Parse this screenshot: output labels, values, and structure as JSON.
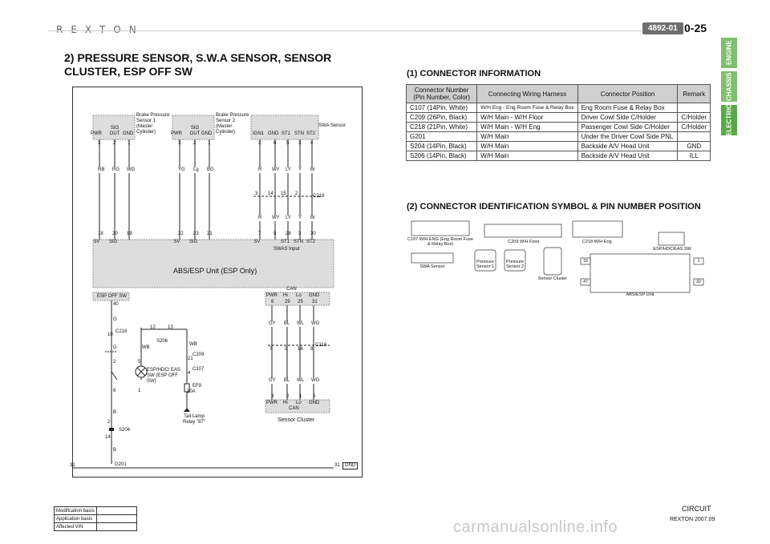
{
  "header": {
    "logo": "REXTON",
    "code": "4892-01",
    "page": "0-25",
    "tabs": [
      "ENGINE",
      "CHASSIS",
      "ELECTRIC"
    ]
  },
  "section": {
    "number": "2)",
    "title": "PRESSURE SENSOR, S.W.A SENSOR, SENSOR CLUSTER, ESP OFF SW"
  },
  "diagram": {
    "sensor1": {
      "label": "Brake Pressure Sensor 1 (Master Cylinder)",
      "pins": [
        "PWR",
        "SIG OUT",
        "GND"
      ],
      "nums": [
        "3",
        "2",
        "1"
      ],
      "wires": [
        "RB",
        "RG",
        "WG"
      ],
      "unit_pins": [
        "18",
        "20",
        "19"
      ],
      "unit_labels": [
        "5V",
        "SIG"
      ]
    },
    "sensor2": {
      "label": "Brake Pressure Sensor 2 (Master Cylinder)",
      "pins": [
        "PWR",
        "SIG OUT",
        "GND"
      ],
      "nums": [
        "3",
        "2",
        "1"
      ],
      "wires": [
        "YG",
        "Lg",
        "BG"
      ],
      "unit_pins": [
        "22",
        "23",
        "21"
      ],
      "unit_labels": [
        "5V",
        "SIG"
      ]
    },
    "swa": {
      "label": "SWA Sensor",
      "pins": [
        "IGN1",
        "GND",
        "ST1",
        "STN",
        "ST2"
      ],
      "nums": [
        "2",
        "6",
        "5",
        "3",
        "4"
      ],
      "wires": [
        "R",
        "WY",
        "LY",
        "Y",
        "Br"
      ],
      "c218_pins": [
        "3",
        "14",
        "15",
        "2"
      ],
      "connector": "C218",
      "unit_pins": [
        "7",
        "5",
        "28",
        "3",
        "30"
      ],
      "unit_labels": [
        "5V",
        "ST1",
        "STN",
        "ST2"
      ],
      "input": "SWAS Input"
    },
    "unit": "ABS/ESP Unit (ESP Only)",
    "esp_off": {
      "label": "ESP OFF SW",
      "pin": "40",
      "wire_g": "G",
      "c218": "C218",
      "c218_pin": "10",
      "wb": "WB",
      "s206": "S206",
      "s206_pins": [
        "12",
        "13"
      ],
      "c209": "C209",
      "c209_pin": "21",
      "c107": "C107",
      "c107_pin": "4",
      "fuse": "EF9",
      "fuse_amp": "10A",
      "relay": "Tail Lamp Relay \"87\"",
      "switch_label": "ESP/HDC/ EAS SW (ESP OFF SW)",
      "sw_pins": [
        "2",
        "5",
        "6",
        "1"
      ],
      "b": "B",
      "s204": "S204",
      "s204_pins": [
        "2",
        "14"
      ],
      "g201": "G201"
    },
    "can": {
      "label": "CAN",
      "pins": [
        "PWR",
        "Hi",
        "Lo",
        "GND"
      ],
      "nums": [
        "6",
        "29",
        "25",
        "31"
      ],
      "wires": [
        "GY",
        "BL",
        "WL",
        "WG"
      ],
      "c218": "C218",
      "c218_pins": [
        "7",
        "9",
        "16",
        "8"
      ],
      "cluster_pins": [
        "3",
        "2",
        "1",
        "5"
      ],
      "cluster_labels": [
        "PWR",
        "Hi",
        "Lo",
        "GND"
      ],
      "cluster": "Sensor Cluster",
      "cluster_can": "CAN"
    },
    "ground": {
      "left": "31",
      "right": "31",
      "gnd": "GND"
    }
  },
  "connector_info": {
    "title": "(1) CONNECTOR INFORMATION",
    "headers": [
      "Connector Number (Pin Number, Color)",
      "Connecting Wiring Harness",
      "Connector Position",
      "Remark"
    ],
    "rows": [
      [
        "C107 (14Pin, White)",
        "W/H Eng - Eng Room Fuse & Relay Box",
        "Eng Room Fuse & Relay Box",
        ""
      ],
      [
        "C209 (26Pin, Black)",
        "W/H Main - W/H Floor",
        "Driver Cowl Side C/Holder",
        "C/Holder"
      ],
      [
        "C218 (21Pin, White)",
        "W/H Main - W/H Eng",
        "Passenger Cowl Side C/Holder",
        "C/Holder"
      ],
      [
        "G201",
        "W/H Main",
        "Under the Driver Cowl Side PNL",
        ""
      ],
      [
        "S204 (14Pin, Black)",
        "W/H Main",
        "Backside A/V Head Unit",
        "GND"
      ],
      [
        "S206 (14Pin, Black)",
        "W/H Main",
        "Backside A/V Head Unit",
        "ILL"
      ]
    ]
  },
  "connector_symbols": {
    "title": "(2) CONNECTOR IDENTIFICATION SYMBOL & PIN NUMBER POSITION",
    "c107": {
      "label": "C107 W/H ENG (Eng Room Fuse & Relay Box)"
    },
    "c209": {
      "label": "C209 W/H Floor"
    },
    "c218": {
      "label": "C218 W/H Eng."
    },
    "esp": {
      "label": "ESP/HDC/EAS SW"
    },
    "swa": {
      "label": "SWA Sensor"
    },
    "ps1": {
      "label": "Pressure Sensor 1"
    },
    "ps2": {
      "label": "Pressure Sensor 2"
    },
    "cluster": {
      "label": "Sensor Cluster"
    },
    "abs": {
      "label": "ABS/ESP Unit",
      "left": "16",
      "left2": "47",
      "right": "1",
      "right2": "32"
    }
  },
  "footer": {
    "rows": [
      "Modification basis",
      "Application basis",
      "Affected VIN"
    ],
    "circuit": "CIRCUIT",
    "model": "REXTON 2007.09",
    "watermark": "carmanualsonline.info"
  }
}
